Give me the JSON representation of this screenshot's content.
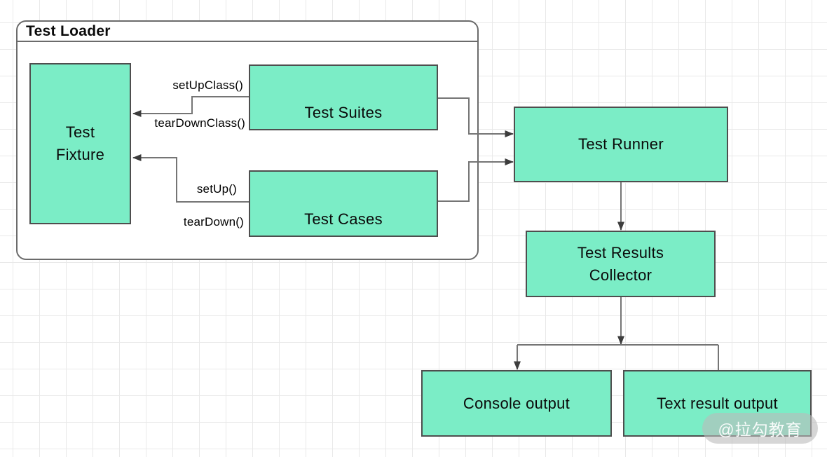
{
  "diagram": {
    "loader": {
      "title": "Test Loader"
    },
    "nodes": {
      "test_fixture": "Test Fixture",
      "test_suites": "Test Suites",
      "test_cases": "Test Cases",
      "test_runner": "Test Runner",
      "test_results_collector": "Test Results Collector",
      "console_output": "Console output",
      "text_result_output": "Text result output"
    },
    "edge_labels": {
      "set_up_class": "setUpClass()",
      "tear_down_class": "tearDownClass()",
      "set_up": "setUp()",
      "tear_down": "tearDown()"
    },
    "watermark": {
      "text": "@拉勾教育"
    },
    "colors": {
      "node_fill": "#7bedc6",
      "node_border": "#4e4e4e",
      "connector": "#757575",
      "arrowhead": "#3d3d3d",
      "group_border": "#6b6b6b",
      "grid_line": "#e9e9e9",
      "watermark_bg": "#bbbbbb",
      "watermark_text": "#ffffff"
    }
  }
}
